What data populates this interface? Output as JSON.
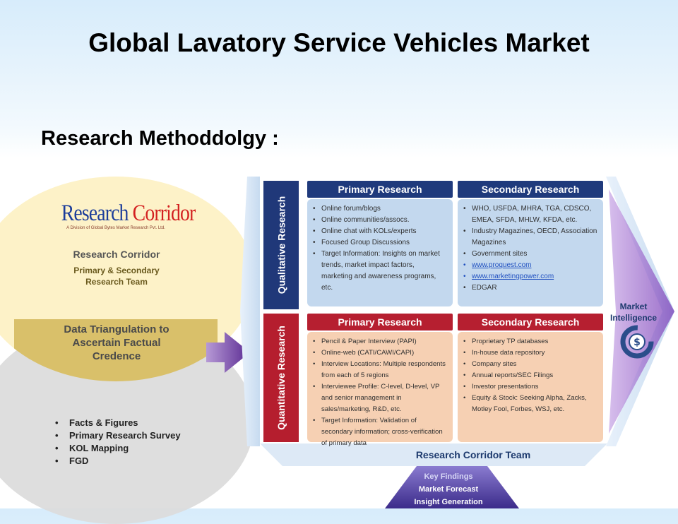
{
  "slide": {
    "title": "Global Lavatory Service Vehicles Market",
    "subtitle": "Research Methoddolgy :"
  },
  "left_panel": {
    "logo": {
      "word1": "Research",
      "word2": "Corridor",
      "tagline": "A Division of Global Bytes Market Research Pvt. Ltd."
    },
    "team_name": "Research Corridor",
    "team_role_line1": "Primary & Secondary",
    "team_role_line2": "Research Team",
    "triangulation_line1": "Data Triangulation to",
    "triangulation_line2": "Ascertain Factual",
    "triangulation_line3": "Credence",
    "facts": [
      "Facts & Figures",
      "Primary Research Survey",
      "KOL Mapping",
      "FGD"
    ]
  },
  "qualitative": {
    "band_label": "Qualitative Research",
    "primary": {
      "header": "Primary Research",
      "items": [
        "Online forum/blogs",
        "Online communities/assocs.",
        "Online chat with KOLs/experts",
        "Focused Group Discussions",
        "Target Information: Insights on market trends, market impact factors, marketing and awareness programs, etc."
      ]
    },
    "secondary": {
      "header": "Secondary Research",
      "items": [
        "WHO, USFDA, MHRA, TGA, CDSCO, EMEA, SFDA, MHLW, KFDA, etc.",
        "Industry Magazines, OECD, Association Magazines",
        "Government sites",
        "www.proquest.com",
        "www.marketingpower.com",
        "EDGAR"
      ]
    }
  },
  "quantitative": {
    "band_label": "Quantitative Research",
    "primary": {
      "header": "Primary Research",
      "items": [
        "Pencil & Paper Interview (PAPI)",
        "Online-web (CATI/CAWI/CAPI)",
        "Interview Locations: Multiple respondents from each of 5 regions",
        "Interviewee Profile: C-level, D-level, VP and senior management in sales/marketing, R&D, etc.",
        "Target Information: Validation of secondary information; cross-verification of primary data"
      ]
    },
    "secondary": {
      "header": "Secondary Research",
      "items": [
        "Proprietary TP databases",
        "In-house data repository",
        "Company sites",
        "Annual reports/SEC Filings",
        "Investor presentations",
        "Equity & Stock: Seeking Alpha, Zacks, Motley Fool, Forbes, WSJ, etc."
      ]
    }
  },
  "market_intelligence": {
    "line1": "Market",
    "line2": "Intelligence",
    "icon": "dollar-cycle-icon"
  },
  "bottom": {
    "team": "Research Corridor Team",
    "outputs": [
      "Key Findings",
      "Market Forecast",
      "Insight Generation"
    ]
  },
  "colors": {
    "navy": "#1f3a7c",
    "crimson": "#b61f30",
    "light_blue_box": "#c3d8ee",
    "peach_box": "#f6d0b3",
    "arrow_purple": "#6b3aa0",
    "cream_circle": "#fdf2c8",
    "grey_circle": "#dcdcdc"
  }
}
